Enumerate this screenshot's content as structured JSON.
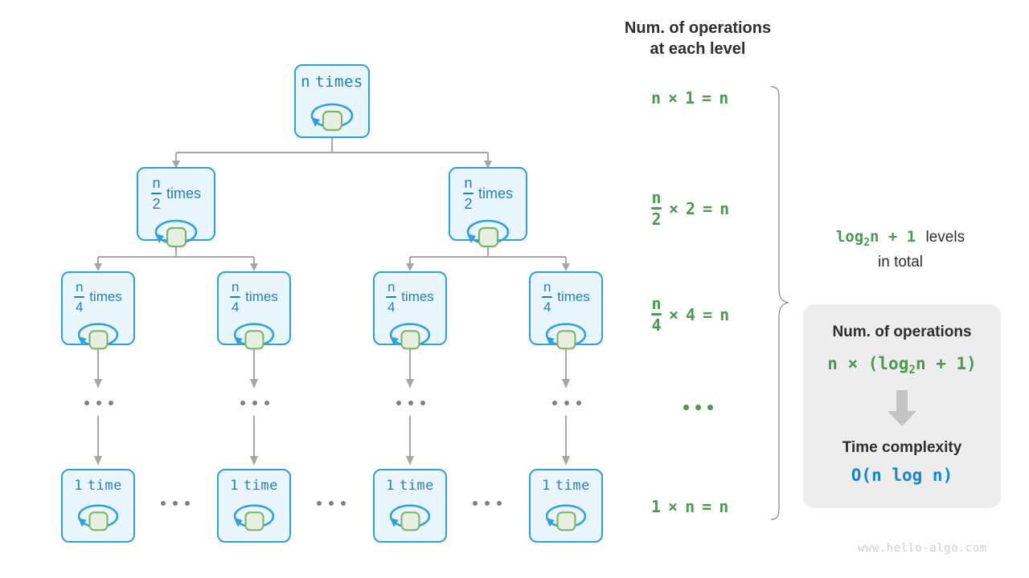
{
  "tree": {
    "levels": [
      {
        "level": 1,
        "node_count": 1,
        "nodes": [
          {
            "numerator": "n",
            "denominator": "",
            "is_fraction": false,
            "label": "n",
            "suffix": "times",
            "full_text": "n times"
          }
        ]
      },
      {
        "level": 2,
        "node_count": 2,
        "nodes": [
          {
            "numerator": "n",
            "denominator": "2",
            "is_fraction": true,
            "label": "n/2",
            "suffix": "times",
            "full_text": "n/2 times"
          },
          {
            "numerator": "n",
            "denominator": "2",
            "is_fraction": true,
            "label": "n/2",
            "suffix": "times",
            "full_text": "n/2 times"
          }
        ]
      },
      {
        "level": 3,
        "node_count": 4,
        "nodes": [
          {
            "numerator": "n",
            "denominator": "4",
            "is_fraction": true,
            "label": "n/4",
            "suffix": "times",
            "full_text": "n/4 times"
          },
          {
            "numerator": "n",
            "denominator": "4",
            "is_fraction": true,
            "label": "n/4",
            "suffix": "times",
            "full_text": "n/4 times"
          },
          {
            "numerator": "n",
            "denominator": "4",
            "is_fraction": true,
            "label": "n/4",
            "suffix": "times",
            "full_text": "n/4 times"
          },
          {
            "numerator": "n",
            "denominator": "4",
            "is_fraction": true,
            "label": "n/4",
            "suffix": "times",
            "full_text": "n/4 times"
          }
        ]
      },
      {
        "level": 4,
        "node_count": 4,
        "nodes": [
          {
            "numerator": "1",
            "denominator": "",
            "is_fraction": false,
            "label": "1",
            "suffix": "time",
            "full_text": "1 time"
          },
          {
            "numerator": "1",
            "denominator": "",
            "is_fraction": false,
            "label": "1",
            "suffix": "time",
            "full_text": "1 time"
          },
          {
            "numerator": "1",
            "denominator": "",
            "is_fraction": false,
            "label": "1",
            "suffix": "time",
            "full_text": "1 time"
          },
          {
            "numerator": "1",
            "denominator": "",
            "is_fraction": false,
            "label": "1",
            "suffix": "time",
            "full_text": "1 time"
          }
        ]
      }
    ],
    "ellipsis": "..."
  },
  "ops_column": {
    "title": "Num. of operations\nat each level",
    "rows": [
      {
        "lhs_num": "n",
        "lhs_den": "",
        "lhs_is_fraction": false,
        "times": "×",
        "factor": "1",
        "eq": "=",
        "result": "n",
        "text": "n × 1 = n"
      },
      {
        "lhs_num": "n",
        "lhs_den": "2",
        "lhs_is_fraction": true,
        "times": "×",
        "factor": "2",
        "eq": "=",
        "result": "n",
        "text": "n/2 × 2 = n"
      },
      {
        "lhs_num": "n",
        "lhs_den": "4",
        "lhs_is_fraction": true,
        "times": "×",
        "factor": "4",
        "eq": "=",
        "result": "n",
        "text": "n/4 × 4 = n"
      },
      {
        "lhs_num": "",
        "lhs_den": "",
        "lhs_is_fraction": false,
        "times": "",
        "factor": "",
        "eq": "",
        "result": "",
        "text": "..."
      },
      {
        "lhs_num": "1",
        "lhs_den": "",
        "lhs_is_fraction": false,
        "times": "×",
        "factor": "n",
        "eq": "=",
        "result": "n",
        "text": "1 × n = n"
      }
    ]
  },
  "levels_note": {
    "expr_prefix": "log",
    "expr_sub": "2",
    "expr_suffix": "n + 1",
    "expr_full": "log₂n + 1",
    "line1_tail": "levels",
    "line2": "in total"
  },
  "summary_card": {
    "ops_heading": "Num. of operations",
    "ops_formula_prefix": "n × (log",
    "ops_formula_sub": "2",
    "ops_formula_suffix": "n + 1)",
    "ops_formula_full": "n × (log₂n + 1)",
    "arrow_icon": "down-arrow-icon",
    "complexity_heading": "Time complexity",
    "complexity_value": "O(n log n)"
  },
  "watermark": "www.hello-algo.com",
  "colors": {
    "node_border": "#2f9fe0",
    "node_fill": "#eaf6fd",
    "node_text": "#1f7fc4",
    "inner_block_fill": "#e7f0e0",
    "inner_block_border": "#7cb56a",
    "connector": "#a6a6a6",
    "formula_green": "#4b9a51",
    "complexity_blue": "#1585d8",
    "card_bg": "#ededed",
    "heading_dark": "#2e2e2e",
    "watermark_gray": "#cfcfcf"
  }
}
